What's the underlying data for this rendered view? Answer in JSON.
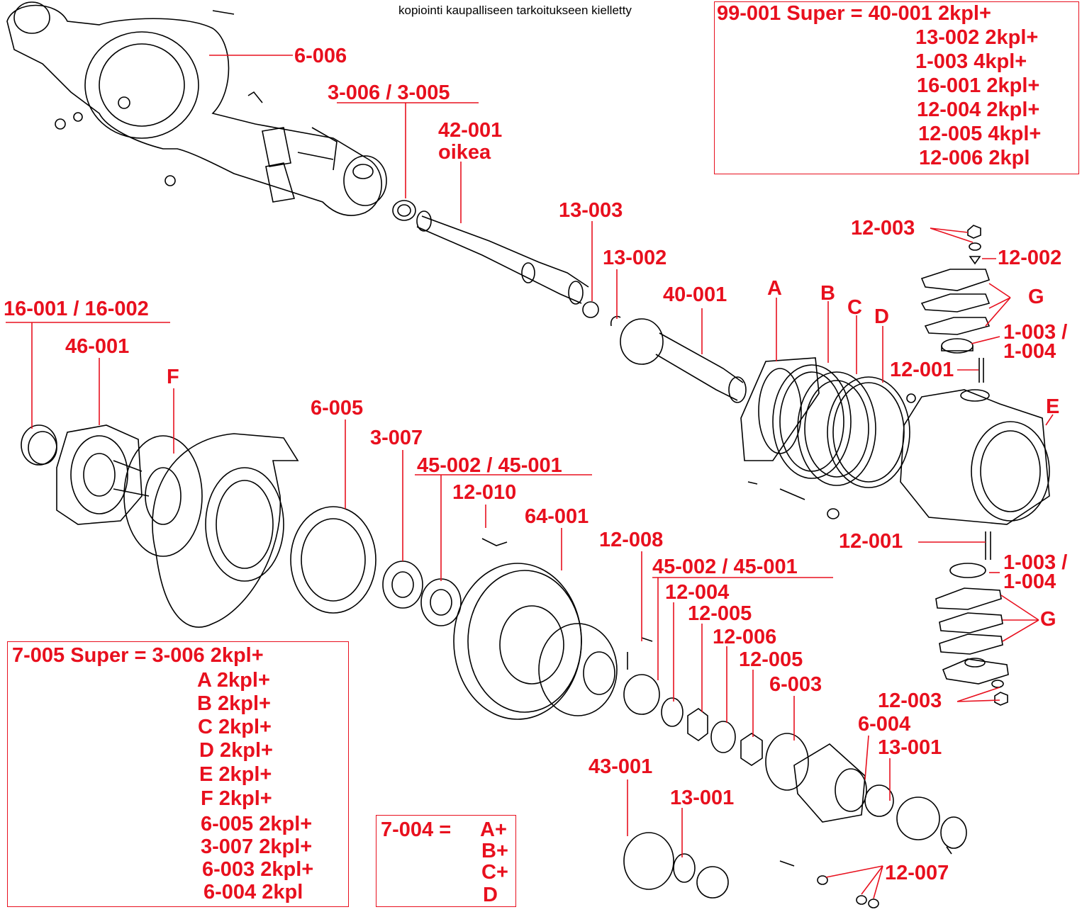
{
  "copyright_note": "kopiointi kaupalliseen tarkoitukseen kielletty",
  "colors": {
    "label": "#e8101e",
    "line": "#e8101e",
    "drawing": "#000000"
  },
  "labels": {
    "l_6_006": "6-006",
    "l_3_006_005": "3-006 / 3-005",
    "l_42_001": "42-001",
    "l_oikea": "oikea",
    "l_13_003": "13-003",
    "l_13_002": "13-002",
    "l_40_001": "40-001",
    "l_A": "A",
    "l_B": "B",
    "l_C": "C",
    "l_D": "D",
    "l_12_003_top": "12-003",
    "l_12_002": "12-002",
    "l_G_top": "G",
    "l_1_003_top": "1-003 /",
    "l_1_004_top": "1-004",
    "l_12_001_top": "12-001",
    "l_E": "E",
    "l_16_001": "16-001 / 16-002",
    "l_46_001": "46-001",
    "l_F": "F",
    "l_6_005": "6-005",
    "l_3_007": "3-007",
    "l_45_002_a": "45-002 / 45-001",
    "l_12_010": "12-010",
    "l_64_001": "64-001",
    "l_12_008": "12-008",
    "l_45_002_b": "45-002 / 45-001",
    "l_12_001_bot": "12-001",
    "l_1_003_bot": "1-003 /",
    "l_1_004_bot": "1-004",
    "l_12_004": "12-004",
    "l_12_005_a": "12-005",
    "l_12_006": "12-006",
    "l_12_005_b": "12-005",
    "l_G_bot": "G",
    "l_6_003": "6-003",
    "l_12_003_bot": "12-003",
    "l_6_004": "6-004",
    "l_13_001_a": "13-001",
    "l_43_001": "43-001",
    "l_13_001_b": "13-001",
    "l_12_007": "12-007"
  },
  "kit_99_001": {
    "title": "99-001  Super = 40-001 2kpl+",
    "lines": [
      "13-002 2kpl+",
      "1-003 4kpl+",
      "16-001 2kpl+",
      "12-004 2kpl+",
      "12-005 4kpl+",
      "12-006 2kpl"
    ]
  },
  "kit_7_005": {
    "title": "7-005  Super  = 3-006 2kpl+",
    "lines": [
      "A 2kpl+",
      "B 2kpl+",
      "C 2kpl+",
      "D 2kpl+",
      "E 2kpl+",
      "F 2kpl+",
      "6-005 2kpl+",
      "3-007 2kpl+",
      "6-003 2kpl+",
      "6-004 2kpl"
    ]
  },
  "kit_7_004": {
    "title": "7-004 =",
    "lines": [
      "A+",
      "B+",
      "C+",
      "D"
    ]
  }
}
